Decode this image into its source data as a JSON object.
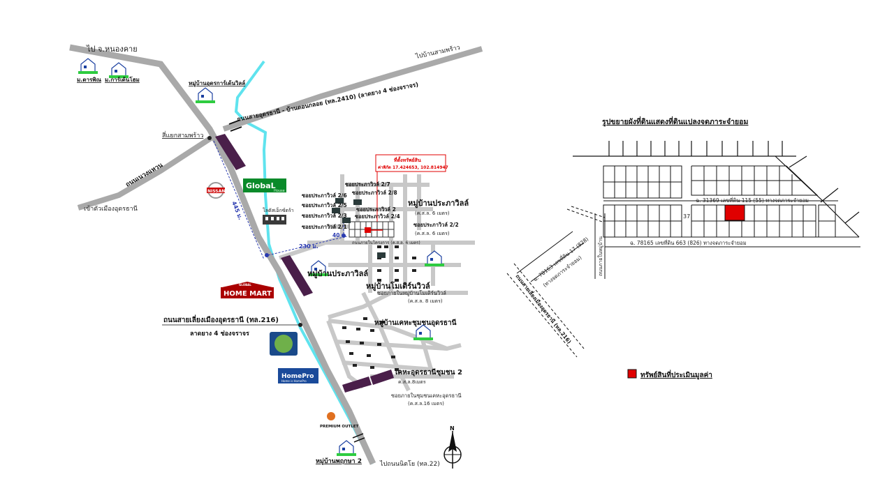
{
  "left_map": {
    "to_nongkhai": "ไป จ.หนองคาย",
    "to_ban_samphrao": "ไปบ้านสามพร้าว",
    "village_dara": "ม.ดารพิณ",
    "village_garden_home": "ม.การ์เด้นโฮม",
    "village_udon_garden": "หมู่บ้านอุดรการ์เด้นวิลล์",
    "road_udon_donkloi": "ถนนสายอุดรธานี - บ้านดอนกลอย (ทล.2410) (ลาดยาง 4 ช่องจราจร)",
    "junction_samphrao": "สี่แยกสามพร้าว",
    "road_wang_ring": "ถนนเนวงแหวน",
    "to_city": "เข้าตัวเมืองอุดรธานี",
    "global_house_brand": "GlobaL",
    "global_house_sub": "House",
    "nissan": "NISSAN",
    "lotus": "โลตัสเอ็กซ์ตร้า",
    "distance_445": "445 ม.",
    "distance_230": "230 ม.",
    "distance_40": "40 ม.",
    "property_box_title": "ที่ตั้งทรัพย์สิน",
    "property_box_coords": "ค่าพิกัด 17.424653, 102.814947",
    "soi_27": "ซอยประภาวิวล์  2/7",
    "soi_28": "ซอยประภาวิวล์  2/8",
    "soi_26": "ซอยประภาวิวล์  2/6",
    "soi_25": "ซอยประภาวิวล์  2/5",
    "soi_2": "ซอยประภาวิวล์  2",
    "soi_23": "ซอยประภาวิวล์  2/3",
    "soi_24": "ซอยประภาวิวล์  2/4",
    "soi_21": "ซอยประภาวิวล์  2/1",
    "soi_22": "ซอยประภาวิวล์  2/2",
    "prapha_ville_village": "หมู่บ้านประภาวิลล์",
    "soi_road_6m_a": "(ค.ส.ล. 6 เมตร)",
    "soi_road_6m_b": "(ค.ส.ล. 6 เมตร)",
    "soi_internal_note": "ถนนภายในโครงการ (ค.ส.ล. 6 เมตร)",
    "prapha_ville_village_2": "หมู่บ้านประภาวิลล์",
    "modern_ville": "หมู่บ้านโมเดิร์นวิวล์",
    "modern_soi": "ซอยภายในหมู่บ้านโมเดิร์นวิวล์",
    "modern_road": "(ค.ส.ล. 8 เมตร)",
    "homemart_top": "GLOBAL",
    "homemart": "HOME MART",
    "bypass_road": "ถนนสายเลี่ยงเมืองอุดรธานี (ทล.216)",
    "bypass_lanes": "ลาดยาง 4 ช่องจราจร",
    "housing_udon": "หมู่บ้านเคหะชุมชนอุดรธานี",
    "housing_udon_2": "เคหะอุดรธานีชุมชน 2",
    "housing_road_8m": "ค.ส.ล.8เมตร",
    "housing_soi": "ซอยภายในชุมชนเคหะอุดรธานี",
    "housing_road_16m": "(ค.ส.ล.16 เมตร)",
    "homepro": "HomePro",
    "homepro_sub": "Home is HomePro",
    "premium_outlet": "PREMIUM OUTLET",
    "village_pruksa": "หมู่บ้านพฤกษา 2",
    "to_nittaya": "ไปถนนนิตโย (ทล.22)",
    "compass_n": "N"
  },
  "right_map": {
    "title": "รูปขยายผังที่ดินแสดงที่ดินแปลงจดภาระจำยอม",
    "road_31369": "ฉ. 31369 เลขที่ดิน 115 (55) ทางจดภาระจำยอม",
    "road_78165": "ฉ. 78165 เลขที่ดิน 663 (826) ทางจดภาระจำยอม",
    "road_78163": "ฉ. 78163 เลขที่ดิน 17 (828)",
    "road_78163_sub": "(ทางจดภาระจำยอม)",
    "lot_37": "37",
    "ring_road_label": "ถนนสายเลี่ยงเมืองอุดรธานี (ทล.216)",
    "side_road_label": "ถนนภายในหมู่บ้าน"
  },
  "legend": {
    "label": "ทรัพย์สินที่ประเมินมูลค่า",
    "color": "#e00000"
  },
  "colors": {
    "road": "#a9a9a9",
    "canal": "#5fe3ee",
    "property": "#e00000",
    "building": "#5a2a5a"
  }
}
